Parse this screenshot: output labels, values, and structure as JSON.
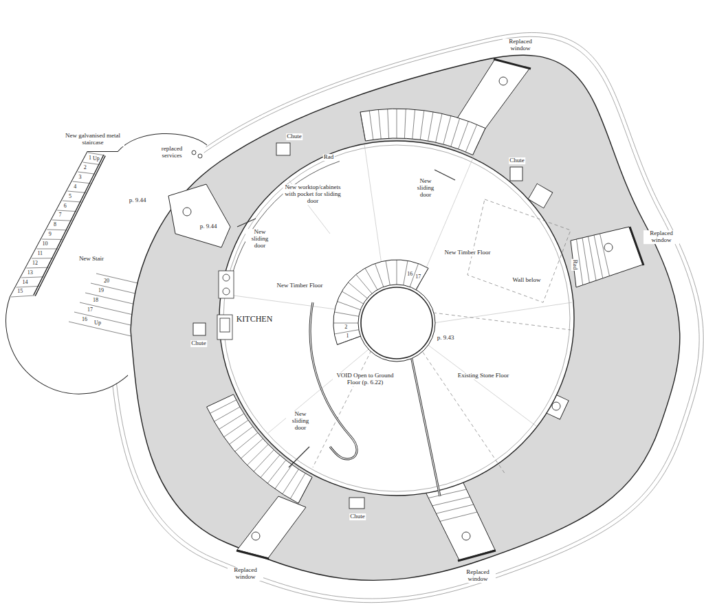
{
  "diagram": {
    "labels": [
      "New galvanised metal staircase",
      "Up",
      "1",
      "2",
      "3",
      "4",
      "5",
      "6",
      "7",
      "8",
      "9",
      "10",
      "11",
      "12",
      "13",
      "14",
      "15",
      "20",
      "19",
      "18",
      "17",
      "16",
      "Up",
      "New Stair",
      "replaced services",
      "p. 9.44",
      "p. 9.44",
      "Chute",
      "Rad",
      "New worktop/cabinets with pocket for sliding door",
      "New sliding door",
      "Chute",
      "Replaced window",
      "Replaced window",
      "New sliding door",
      "New Timber Floor",
      "Rad",
      "Wall below",
      "16",
      "17",
      "New Timber Floor",
      "KITCHEN",
      "Chute",
      "2",
      "1",
      "p. 9.43",
      "VOID Open to Ground Floor (p. 6.22)",
      "Existing Stone Floor",
      "New sliding door",
      "Chute",
      "Replaced window",
      "Replaced window"
    ]
  }
}
